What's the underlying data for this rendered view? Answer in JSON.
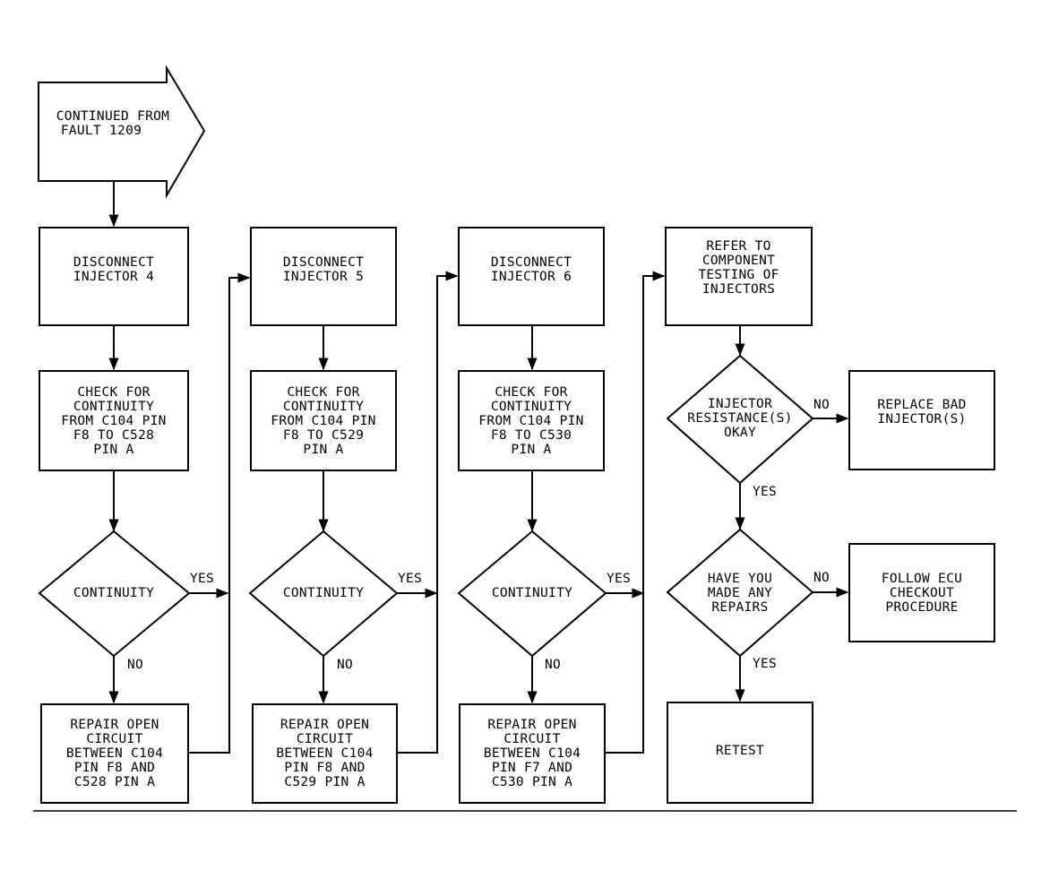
{
  "start": {
    "lines": [
      "CONTINUED FROM",
      "FAULT 1209"
    ]
  },
  "columns": [
    {
      "disconnect": [
        "DISCONNECT",
        "INJECTOR 4"
      ],
      "check": [
        "CHECK FOR",
        "CONTINUITY",
        "FROM C104 PIN",
        "F8 TO C528",
        "PIN A"
      ],
      "decision": [
        "CONTINUITY"
      ],
      "yes_label": "YES",
      "no_label": "NO",
      "repair": [
        "REPAIR OPEN",
        "CIRCUIT",
        "BETWEEN C104",
        "PIN F8 AND",
        "C528 PIN A"
      ]
    },
    {
      "disconnect": [
        "DISCONNECT",
        "INJECTOR 5"
      ],
      "check": [
        "CHECK FOR",
        "CONTINUITY",
        "FROM C104 PIN",
        "F8 TO C529",
        "PIN A"
      ],
      "decision": [
        "CONTINUITY"
      ],
      "yes_label": "YES",
      "no_label": "NO",
      "repair": [
        "REPAIR OPEN",
        "CIRCUIT",
        "BETWEEN C104",
        "PIN F8 AND",
        "C529 PIN A"
      ]
    },
    {
      "disconnect": [
        "DISCONNECT",
        "INJECTOR 6"
      ],
      "check": [
        "CHECK FOR",
        "CONTINUITY",
        "FROM C104 PIN",
        "F8 TO C530",
        "PIN A"
      ],
      "decision": [
        "CONTINUITY"
      ],
      "yes_label": "YES",
      "no_label": "NO",
      "repair": [
        "REPAIR OPEN",
        "CIRCUIT",
        "BETWEEN C104",
        "PIN F7 AND",
        "C530 PIN A"
      ]
    }
  ],
  "final": {
    "refer": [
      "REFER TO",
      "COMPONENT",
      "TESTING OF",
      "INJECTORS"
    ],
    "resistance_decision": [
      "INJECTOR",
      "RESISTANCE(S)",
      "OKAY"
    ],
    "resistance_no_label": "NO",
    "resistance_yes_label": "YES",
    "replace": [
      "REPLACE BAD",
      "INJECTOR(S)"
    ],
    "repairs_decision": [
      "HAVE YOU",
      "MADE ANY",
      "REPAIRS"
    ],
    "repairs_no_label": "NO",
    "repairs_yes_label": "YES",
    "ecu": [
      "FOLLOW ECU",
      "CHECKOUT",
      "PROCEDURE"
    ],
    "retest": [
      "RETEST"
    ]
  },
  "colors": {
    "ink": "#000000",
    "paper": "#ffffff"
  }
}
